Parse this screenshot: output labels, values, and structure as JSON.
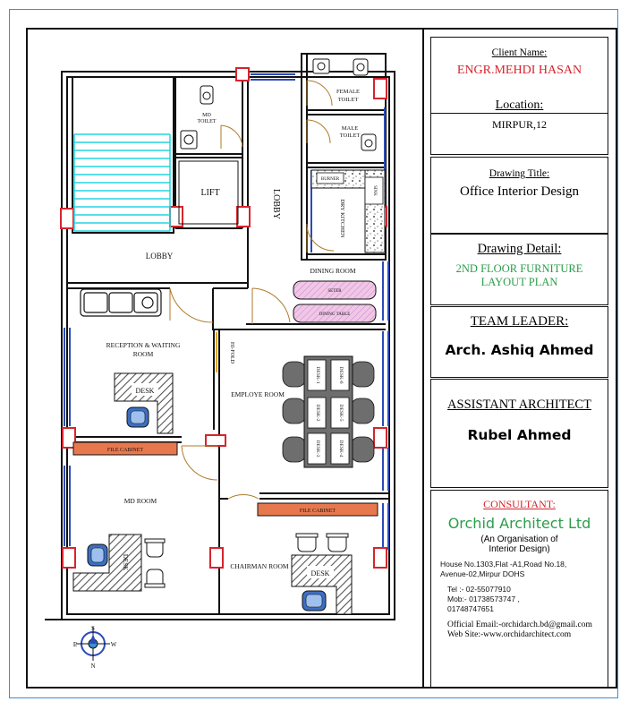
{
  "floorplan": {
    "rooms": {
      "md_toilet": [
        "MD",
        "TOILET"
      ],
      "female_toilet": [
        "FEMALE",
        "TOILET"
      ],
      "male_toilet": [
        "MALE",
        "TOILET"
      ],
      "lift": "LIFT",
      "lobby_vertical": "LOBBY",
      "lobby": "LOBBY",
      "burner": "BURNER",
      "sink": "SINK",
      "dry_kitchen": "DRY KITCHEN",
      "dining_room": "DINING ROOM",
      "seter": "SETER",
      "dining_table": "DINING TABLE",
      "reception": [
        "RECEPTION & WAITING",
        "ROOM"
      ],
      "hi_fold": "HI-FOLD",
      "employee_room": "EMPLOYE ROOM",
      "desk": "DESK",
      "file_cabinet": "FILE CABINET",
      "md_room": "MD ROOM",
      "chairman_room": "CHAIRMAN ROOM",
      "desk_labels": [
        "DESK-1",
        "DESK-2",
        "DESK-3",
        "DESK-4",
        "DESK-5",
        "DESK-6"
      ]
    },
    "compass": {
      "n": "N",
      "s": "S",
      "e": "E",
      "w": "W"
    }
  },
  "title_block": {
    "client_label": "Client Name:",
    "client_name": "ENGR.MEHDI HASAN",
    "location_label": "Location:",
    "location_value": "MIRPUR,12",
    "drawing_title_label": "Drawing Title:",
    "drawing_title_value": "Office Interior Design",
    "drawing_detail_label": "Drawing Detail:",
    "drawing_detail_line1": "2ND FLOOR FURNITURE",
    "drawing_detail_line2": "LAYOUT PLAN",
    "team_leader_label": "TEAM LEADER:",
    "team_leader_name": "Arch. Ashiq Ahmed",
    "assistant_label": "ASSISTANT ARCHITECT",
    "assistant_name": "Rubel Ahmed",
    "consultant_label": "CONSULTANT:",
    "firm_name": "Orchid Architect Ltd",
    "firm_sub1": "(An Organisation of",
    "firm_sub2": "Interior Design)",
    "address1": "House No.1303,Flat -A1,Road No.18,",
    "address2": "Avenue-02,Mirpur DOHS",
    "tel": "Tel :-   02-55077910",
    "mob1": "Mob:-  01738573747 ,",
    "mob2": "01748747651",
    "email": "Official Email:-orchidarch.bd@gmail.com",
    "web": "Web Site:-www.orchidarchitect.com"
  },
  "colors": {
    "accent_red": "#d6242d",
    "accent_green": "#2a9d4a",
    "stair_cyan": "#25d3e0",
    "window_blue": "#2b4ab8",
    "cabinet_orange": "#e7784e",
    "pink_table": "#f1c6e6",
    "chair_blue": "#3b6fc4",
    "frame_blue": "#3b8fd4"
  }
}
